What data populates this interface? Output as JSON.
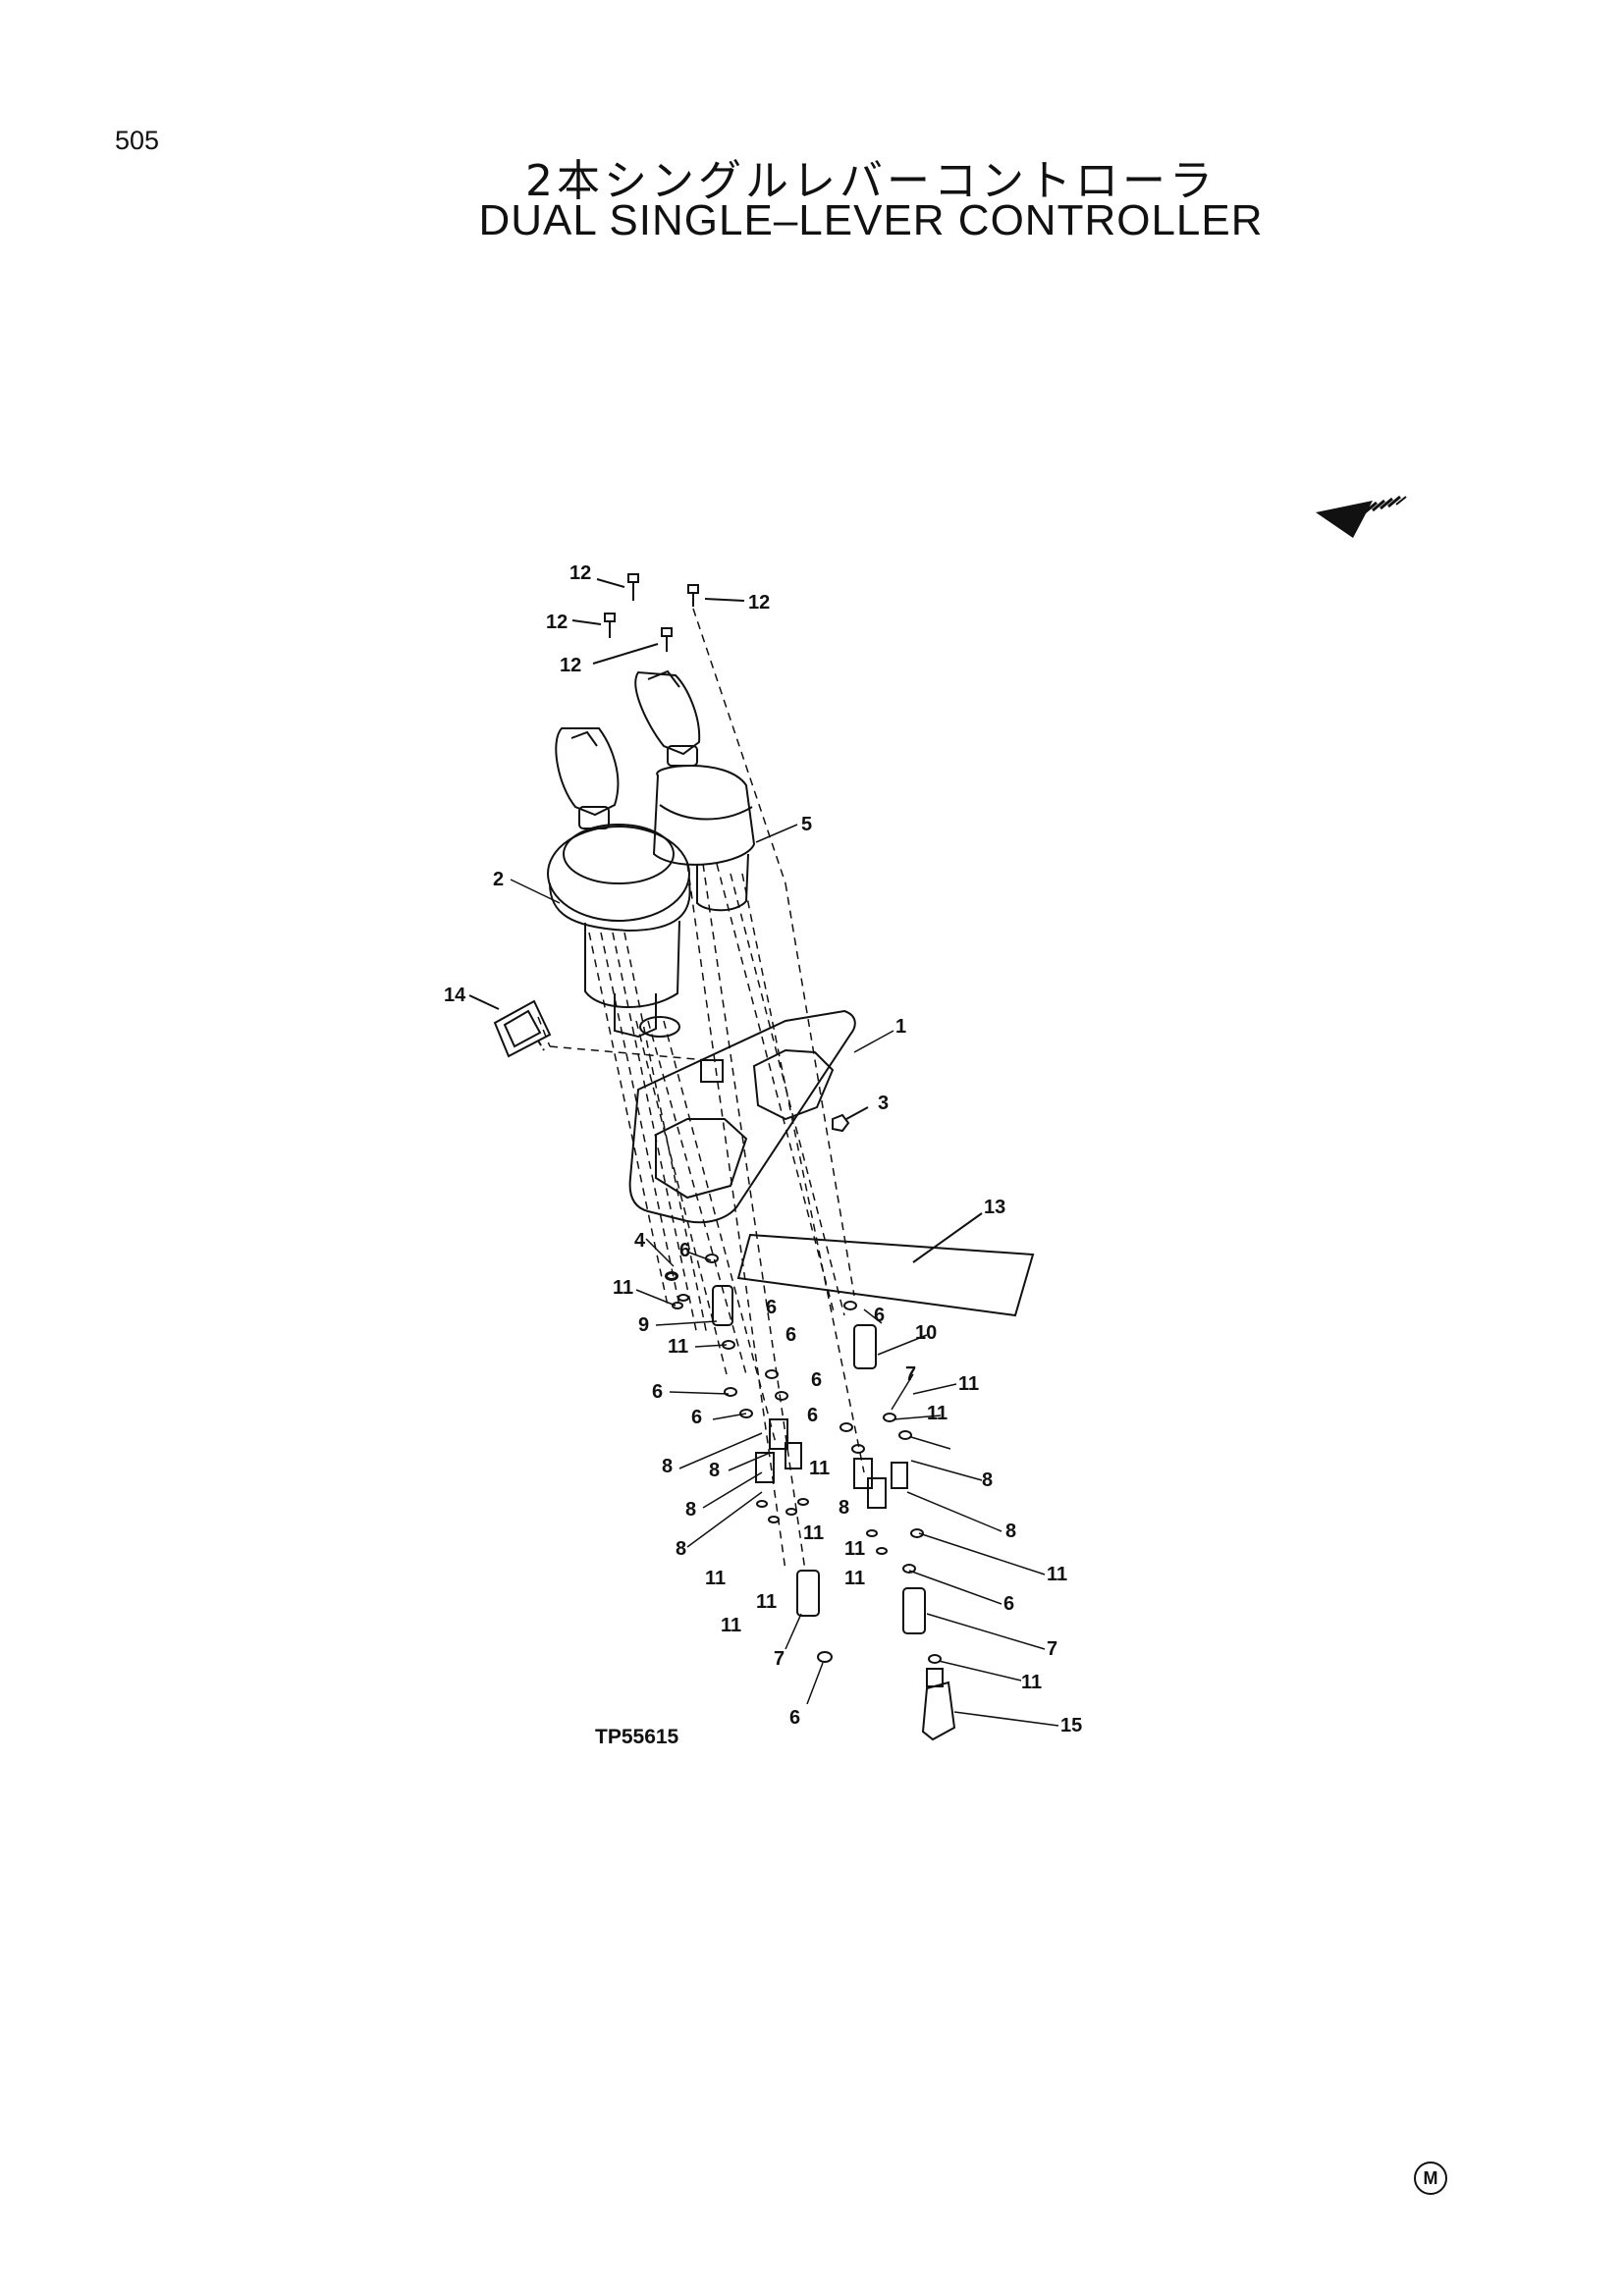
{
  "page": {
    "number": "505"
  },
  "title": {
    "japanese": "2本シングルレバーコントローラ",
    "english": "DUAL SINGLE–LEVER CONTROLLER"
  },
  "figure_code": "TP55615",
  "marker": "M",
  "callouts": [
    "12",
    "12",
    "12",
    "12",
    "5",
    "2",
    "14",
    "1",
    "3",
    "13",
    "4",
    "6",
    "11",
    "9",
    "11",
    "6",
    "6",
    "6",
    "10",
    "7",
    "11",
    "11",
    "6",
    "6",
    "6",
    "6",
    "8",
    "8",
    "11",
    "8",
    "8",
    "11",
    "8",
    "8",
    "11",
    "11",
    "11",
    "8",
    "11",
    "11",
    "6",
    "11",
    "7",
    "11",
    "7",
    "6",
    "15"
  ]
}
